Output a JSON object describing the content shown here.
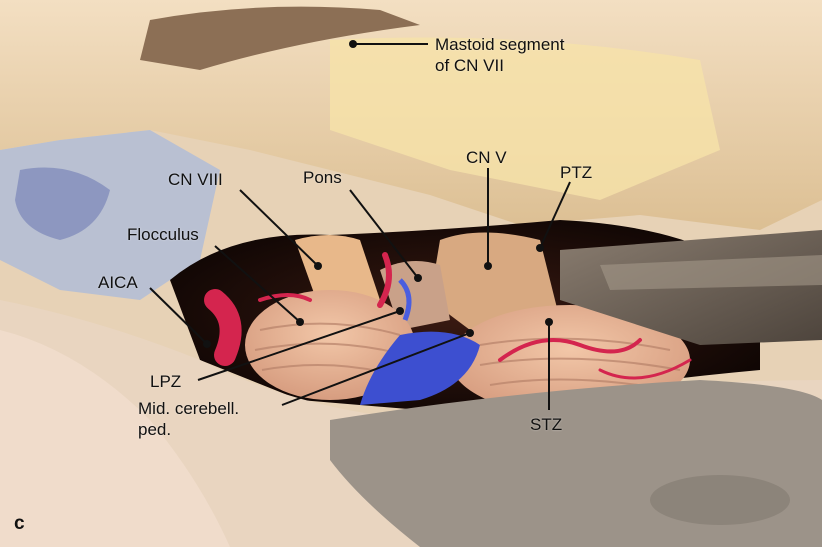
{
  "figure": {
    "panel_letter": "c",
    "labels": {
      "mastoid": "Mastoid segment",
      "mastoid_line2": "of CN VII",
      "cn8": "CN VIII",
      "pons": "Pons",
      "cn5": "CN V",
      "ptz": "PTZ",
      "flocculus": "Flocculus",
      "aica": "AICA",
      "lpz": "LPZ",
      "mcp": "Mid. cerebell.",
      "mcp_line2": "ped.",
      "stz": "STZ"
    }
  }
}
